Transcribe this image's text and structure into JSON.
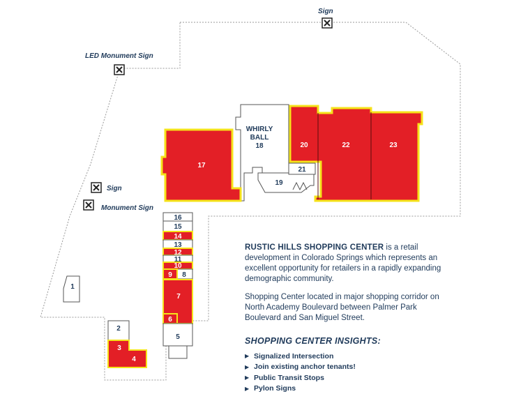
{
  "map": {
    "signs": [
      {
        "id": "sign-top",
        "label": "Sign",
        "marker": "x-box-icon"
      },
      {
        "id": "led-monument-sign",
        "label": "LED Monument Sign",
        "marker": "x-box-icon"
      },
      {
        "id": "sign-left",
        "label": "Sign",
        "marker": "x-box-icon"
      },
      {
        "id": "monument-sign",
        "label": "Monument Sign",
        "marker": "x-box-icon"
      }
    ],
    "units": {
      "u1": "1",
      "u2": "2",
      "u3": "3",
      "u4": "4",
      "u5": "5",
      "u6": "6",
      "u7": "7",
      "u8": "8",
      "u9": "9",
      "u10": "10",
      "u11": "11",
      "u12": "12",
      "u13": "13",
      "u14": "14",
      "u15": "15",
      "u16": "16",
      "u17": "17",
      "u19": "19",
      "u20": "20",
      "u21": "21",
      "u22": "22",
      "u23": "23",
      "u18_line1": "WHIRLY",
      "u18_line2": "BALL",
      "u18_line3": "18"
    },
    "colors": {
      "available": "#e31f26",
      "highlight": "#f5e31a",
      "outline": "#555555",
      "text": "#1f3a5a"
    }
  },
  "info": {
    "title": "RUSTIC HILLS SHOPPING CENTER",
    "description": " is a retail development in Colorado Springs which represents an excellent opportunity for retailers in a rapidly expanding demographic community.",
    "location": "Shopping Center located in major shopping corridor on North Academy Boulevard between Palmer Park Boulevard and San Miguel Street."
  },
  "insights": {
    "title": "SHOPPING CENTER INSIGHTS:",
    "items": [
      "Signalized Intersection",
      "Join existing anchor tenants!",
      "Public Transit Stops",
      "Pylon Signs"
    ]
  }
}
